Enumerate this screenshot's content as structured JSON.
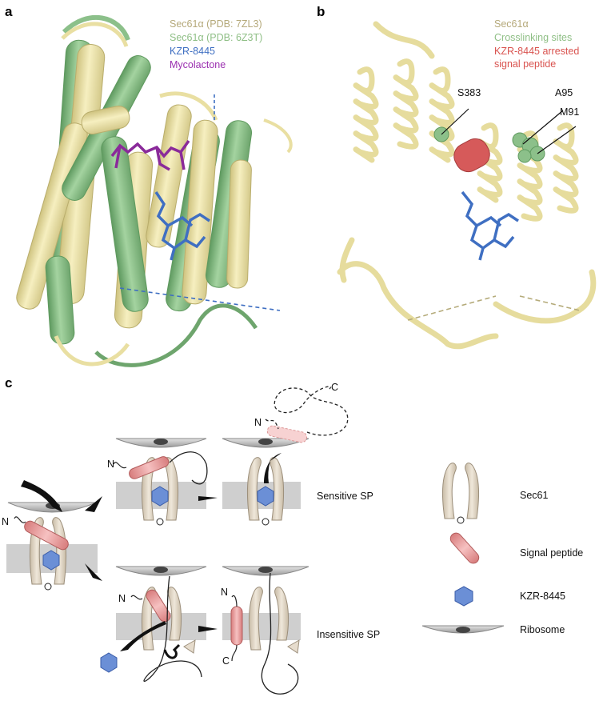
{
  "panels": {
    "a": {
      "letter": "a",
      "legend": [
        {
          "text": "Sec61α (PDB: 7ZL3)",
          "color": "#b5a97a"
        },
        {
          "text": "Sec61α (PDB: 6Z3T)",
          "color": "#8fbf86"
        },
        {
          "text": "KZR-8445",
          "color": "#3f6fc2"
        },
        {
          "text": "Mycolactone",
          "color": "#9b2fb0"
        }
      ]
    },
    "b": {
      "letter": "b",
      "legend": [
        {
          "text": "Sec61α",
          "color": "#b5a97a"
        },
        {
          "text": "Crosslinking sites",
          "color": "#8fbf86"
        },
        {
          "text": "KZR-8445 arrested",
          "color": "#d9534f"
        },
        {
          "text": "signal peptide",
          "color": "#d9534f"
        }
      ],
      "sites": [
        "S383",
        "A95",
        "M91"
      ]
    },
    "c": {
      "letter": "c",
      "sensitive_label": "Sensitive SP",
      "insensitive_label": "Insensitive SP",
      "n_terminus": "N",
      "c_terminus": "C",
      "legend": [
        {
          "text": "Sec61",
          "icon": "sec61-channel-icon"
        },
        {
          "text": "Signal peptide",
          "icon": "signal-peptide-icon"
        },
        {
          "text": "KZR-8445",
          "icon": "kzr-hexagon-icon"
        },
        {
          "text": "Ribosome",
          "icon": "ribosome-icon"
        }
      ]
    }
  },
  "colors": {
    "helix_yellow": "#efe6a8",
    "helix_yellow_edge": "#c9bd7a",
    "helix_green": "#8cc08a",
    "helix_green_edge": "#5f9a5f",
    "ligand_blue": "#3f6fc2",
    "ligand_purple": "#8a2a9a",
    "peptide_red": "#d65a5a",
    "pink_sp": "#f0a7a7",
    "membrane_gray": "#cfcfcf",
    "channel_beige": "#e6dccd",
    "hexagon_blue": "#6b8fd6"
  }
}
